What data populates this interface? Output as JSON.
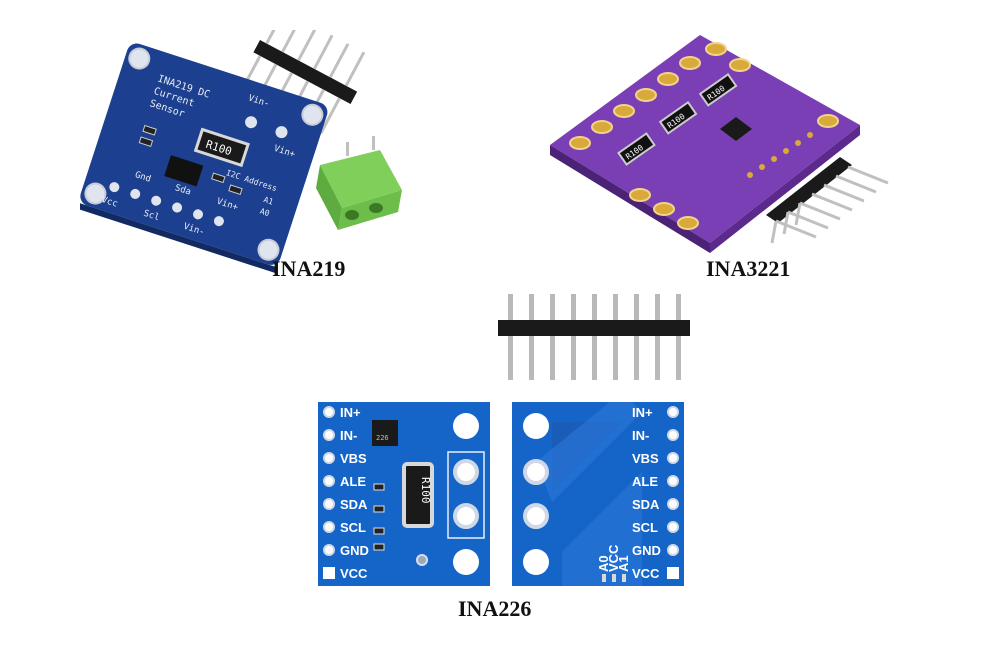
{
  "captions": {
    "ina219": "INA219",
    "ina3221": "INA3221",
    "ina226": "INA226"
  },
  "ina219_board": {
    "title_line1": "INA219 DC",
    "title_line2": "Current",
    "title_line3": "Sensor",
    "resistor": "R100",
    "vin_minus_top": "Vin-",
    "vin_plus_top": "Vin+",
    "i2c": "I2C Address",
    "a0": "A0",
    "a1": "A1",
    "pin_labels": [
      "Vcc",
      "Gnd",
      "Scl",
      "Sda",
      "Vin-",
      "Vin+"
    ],
    "board_color": "#1c3f8f"
  },
  "ina3221_board": {
    "resistor_1": "R100",
    "resistor_2": "R100",
    "resistor_3": "R100",
    "board_color": "#7a3fb5"
  },
  "ina226_front": {
    "pins": [
      "IN+",
      "IN-",
      "VBS",
      "ALE",
      "SDA",
      "SCL",
      "GND",
      "VCC"
    ],
    "resistor": "R100",
    "chip_text": "226",
    "board_color": "#1565c8"
  },
  "ina226_back": {
    "pins": [
      "IN+",
      "IN-",
      "VBS",
      "ALE",
      "SDA",
      "SCL",
      "GND",
      "VCC"
    ],
    "addr_labels": [
      "A0",
      "VCC",
      "A1"
    ]
  }
}
